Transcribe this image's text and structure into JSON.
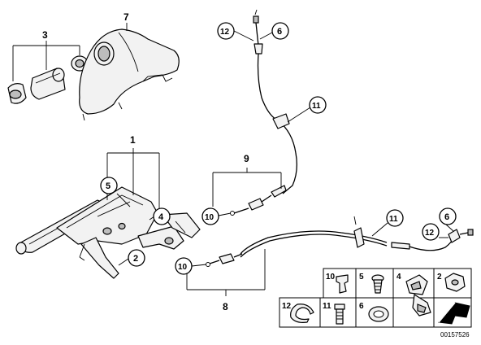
{
  "callouts": {
    "n7": "7",
    "n3": "3",
    "n1": "1",
    "n5": "5",
    "n4": "4",
    "n2": "2",
    "n12a": "12",
    "n6a": "6",
    "n11a": "11",
    "n9": "9",
    "n10a": "10",
    "n11b": "11",
    "n12b": "12",
    "n6b": "6",
    "n10b": "10",
    "n8": "8"
  },
  "legend": {
    "cell_10": "10",
    "cell_5": "5",
    "cell_4": "4",
    "cell_2": "2",
    "cell_12": "12",
    "cell_11": "11",
    "cell_6": "6"
  },
  "diagram_id": "00157526"
}
